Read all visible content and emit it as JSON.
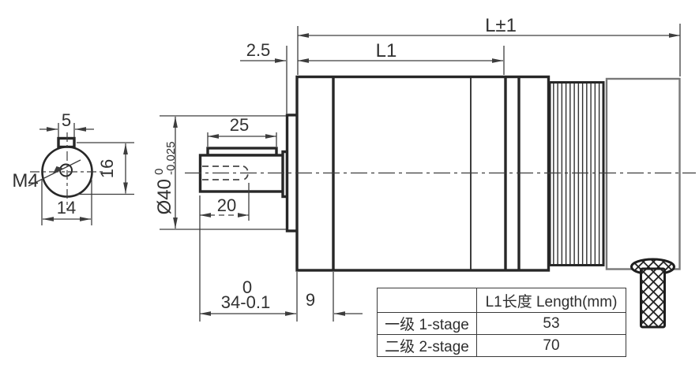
{
  "drawing": {
    "title": "gear-motor-dimension-drawing",
    "colors": {
      "line": "#272727",
      "dim_line": "#3d3d3d",
      "text": "#313131",
      "light_outline": "#787878",
      "background": "#ffffff"
    },
    "front_view": {
      "thread_label": "M4",
      "key_width": "5",
      "overall_height": "16",
      "shaft_diameter": "14"
    },
    "side_view": {
      "key_length": "25",
      "hole_depth": "20",
      "pilot_thickness": "2.5",
      "gearbox_length_label": "L1",
      "total_length_label": "L±1",
      "pilot_diameter": "Ø40",
      "pilot_diameter_tol_top": "0",
      "pilot_diameter_tol_bottom": "-0.025",
      "shaft_extension": "34-0.1",
      "shaft_extension_tol_top": "0",
      "front_section_length": "9"
    }
  },
  "table": {
    "header": [
      "",
      "L1长度 Length(mm)"
    ],
    "rows": [
      [
        "一级 1-stage",
        "53"
      ],
      [
        "二级 2-stage",
        "70"
      ]
    ]
  }
}
